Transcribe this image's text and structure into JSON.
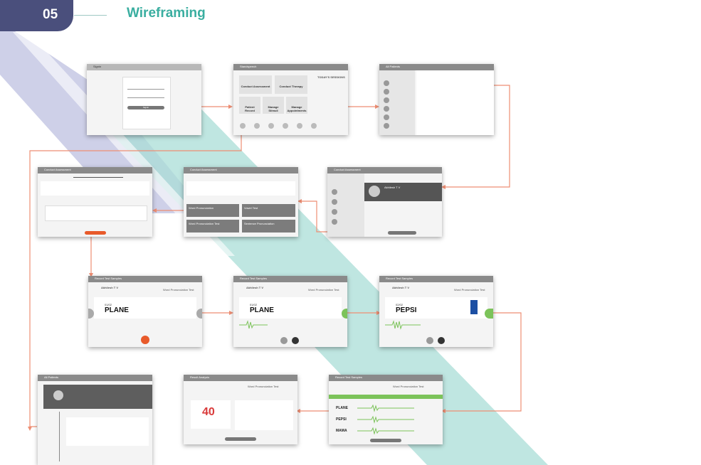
{
  "header": {
    "section_number": "05",
    "title": "Wireframing"
  },
  "colors": {
    "badge": "#4a4f7c",
    "title_teal": "#3aaea0",
    "band_purple": "#c9cbe6",
    "band_teal": "#a9ded7",
    "connector": "#ee8e73",
    "accent_orange": "#e85a2a",
    "accent_green": "#7cc35a"
  },
  "screens": {
    "login": {
      "title": "Signin",
      "button": "Signin"
    },
    "dashboard": {
      "title": "Standspeech",
      "tiles": [
        "Conduct Assessment",
        "Conduct Therapy",
        "Patient Record",
        "Manage Stimuli",
        "Manage Appointments"
      ],
      "side_heading": "TODAY'S SESSIONS"
    },
    "patients": {
      "title": "All Patients"
    },
    "assessment_a": {
      "title": "Conduct Assessment"
    },
    "assessment_b": {
      "title": "Conduct Assessment",
      "cards": [
        "Word Pronunciation",
        "Vowel Test",
        "Word Pronunciation Test",
        "Sentence Pronunciation"
      ]
    },
    "assessment_c": {
      "title": "Conduct Assessment",
      "patient": "Akhilesh T V"
    },
    "record1": {
      "title": "Record Test Samples",
      "patient": "Akhilesh T V",
      "test": "Word Pronunciation Test",
      "counter": "01/02",
      "word": "PLANE"
    },
    "record2": {
      "title": "Record Test Samples",
      "patient": "Akhilesh T V",
      "test": "Word Pronunciation Test",
      "counter": "01/02",
      "word": "PLANE"
    },
    "record3": {
      "title": "Record Test Samples",
      "patient": "Akhilesh T V",
      "test": "Word Pronunciation Test",
      "counter": "02/02",
      "word": "PEPSI"
    },
    "all_patients": {
      "title": "All Patients"
    },
    "result": {
      "title": "Result Analysis",
      "test": "Word Pronunciation Test",
      "score": "40"
    },
    "record4": {
      "title": "Record Test Samples",
      "test": "Word Pronunciation Test",
      "words": [
        "PLANE",
        "PEPSI",
        "MAMA"
      ]
    }
  }
}
